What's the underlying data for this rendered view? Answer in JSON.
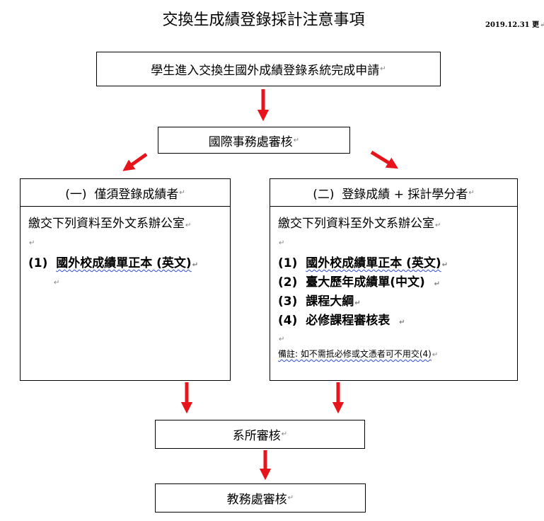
{
  "title": "交換生成績登錄採計注意事項",
  "date": "2019.12.31 更",
  "paragraph_mark": "↵",
  "colors": {
    "arrow": "#e8141b",
    "border": "#000000"
  },
  "step1": "學生進入交換生國外成績登錄系統完成申請",
  "step2": "國際事務處審核",
  "left": {
    "heading_num": "(一)",
    "heading_text": "僅須登錄成績者",
    "intro": "繳交下列資料至外文系辦公室",
    "items": [
      {
        "num": "(1)",
        "text": "國外校成績單正本 (英文)"
      }
    ]
  },
  "right": {
    "heading_num": "(二)",
    "heading_text": "登錄成績 + 採計學分者",
    "intro": "繳交下列資料至外文系辦公室",
    "items": [
      {
        "num": "(1)",
        "text": "國外校成績單正本 (英文)"
      },
      {
        "num": "(2)",
        "text": "臺大歷年成績單(中文)"
      },
      {
        "num": "(3)",
        "text": "課程大綱"
      },
      {
        "num": "(4)",
        "text": "必修課程審核表"
      }
    ],
    "note": "備註: 如不需抵必修或文憑者可不用交(4)"
  },
  "step4": "系所審核",
  "step5": "教務處審核"
}
